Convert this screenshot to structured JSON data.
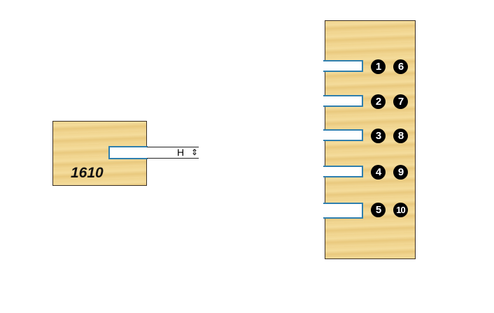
{
  "profile": {
    "code": "1610",
    "dimension_label": "H"
  },
  "positions": [
    "1",
    "2",
    "3",
    "4",
    "5",
    "6",
    "7",
    "8",
    "9",
    "10"
  ]
}
